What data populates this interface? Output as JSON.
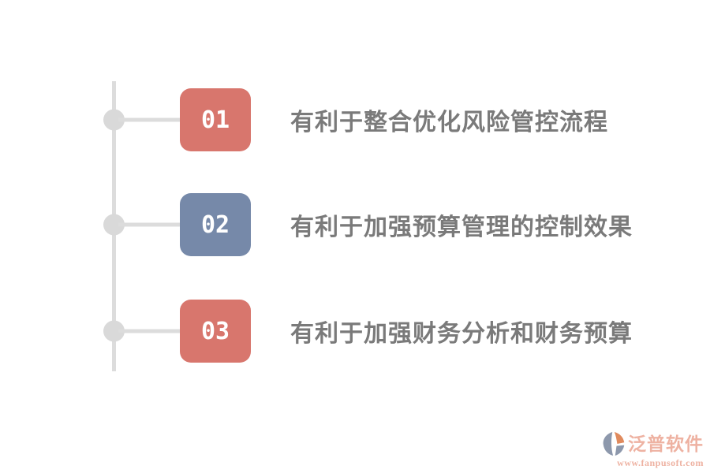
{
  "canvas": {
    "background": "#ffffff"
  },
  "timeline": {
    "line_color": "#dcdcdc",
    "dot_color": "#d9d9d9"
  },
  "label_color": "#7a7a7a",
  "items": [
    {
      "number": "01",
      "label": "有利于整合优化风险管控流程",
      "badge_color": "#d8766d"
    },
    {
      "number": "02",
      "label": "有利于加强预算管理的控制效果",
      "badge_color": "#7689a9"
    },
    {
      "number": "03",
      "label": "有利于加强财务分析和财务预算",
      "badge_color": "#d8766d"
    }
  ],
  "watermark": {
    "brand": "泛普软件",
    "url": "www.fanpusoft.com",
    "text_color": "#eeb2a2",
    "icon_gray": "#8d98ac",
    "icon_orange": "#e08a5d"
  }
}
